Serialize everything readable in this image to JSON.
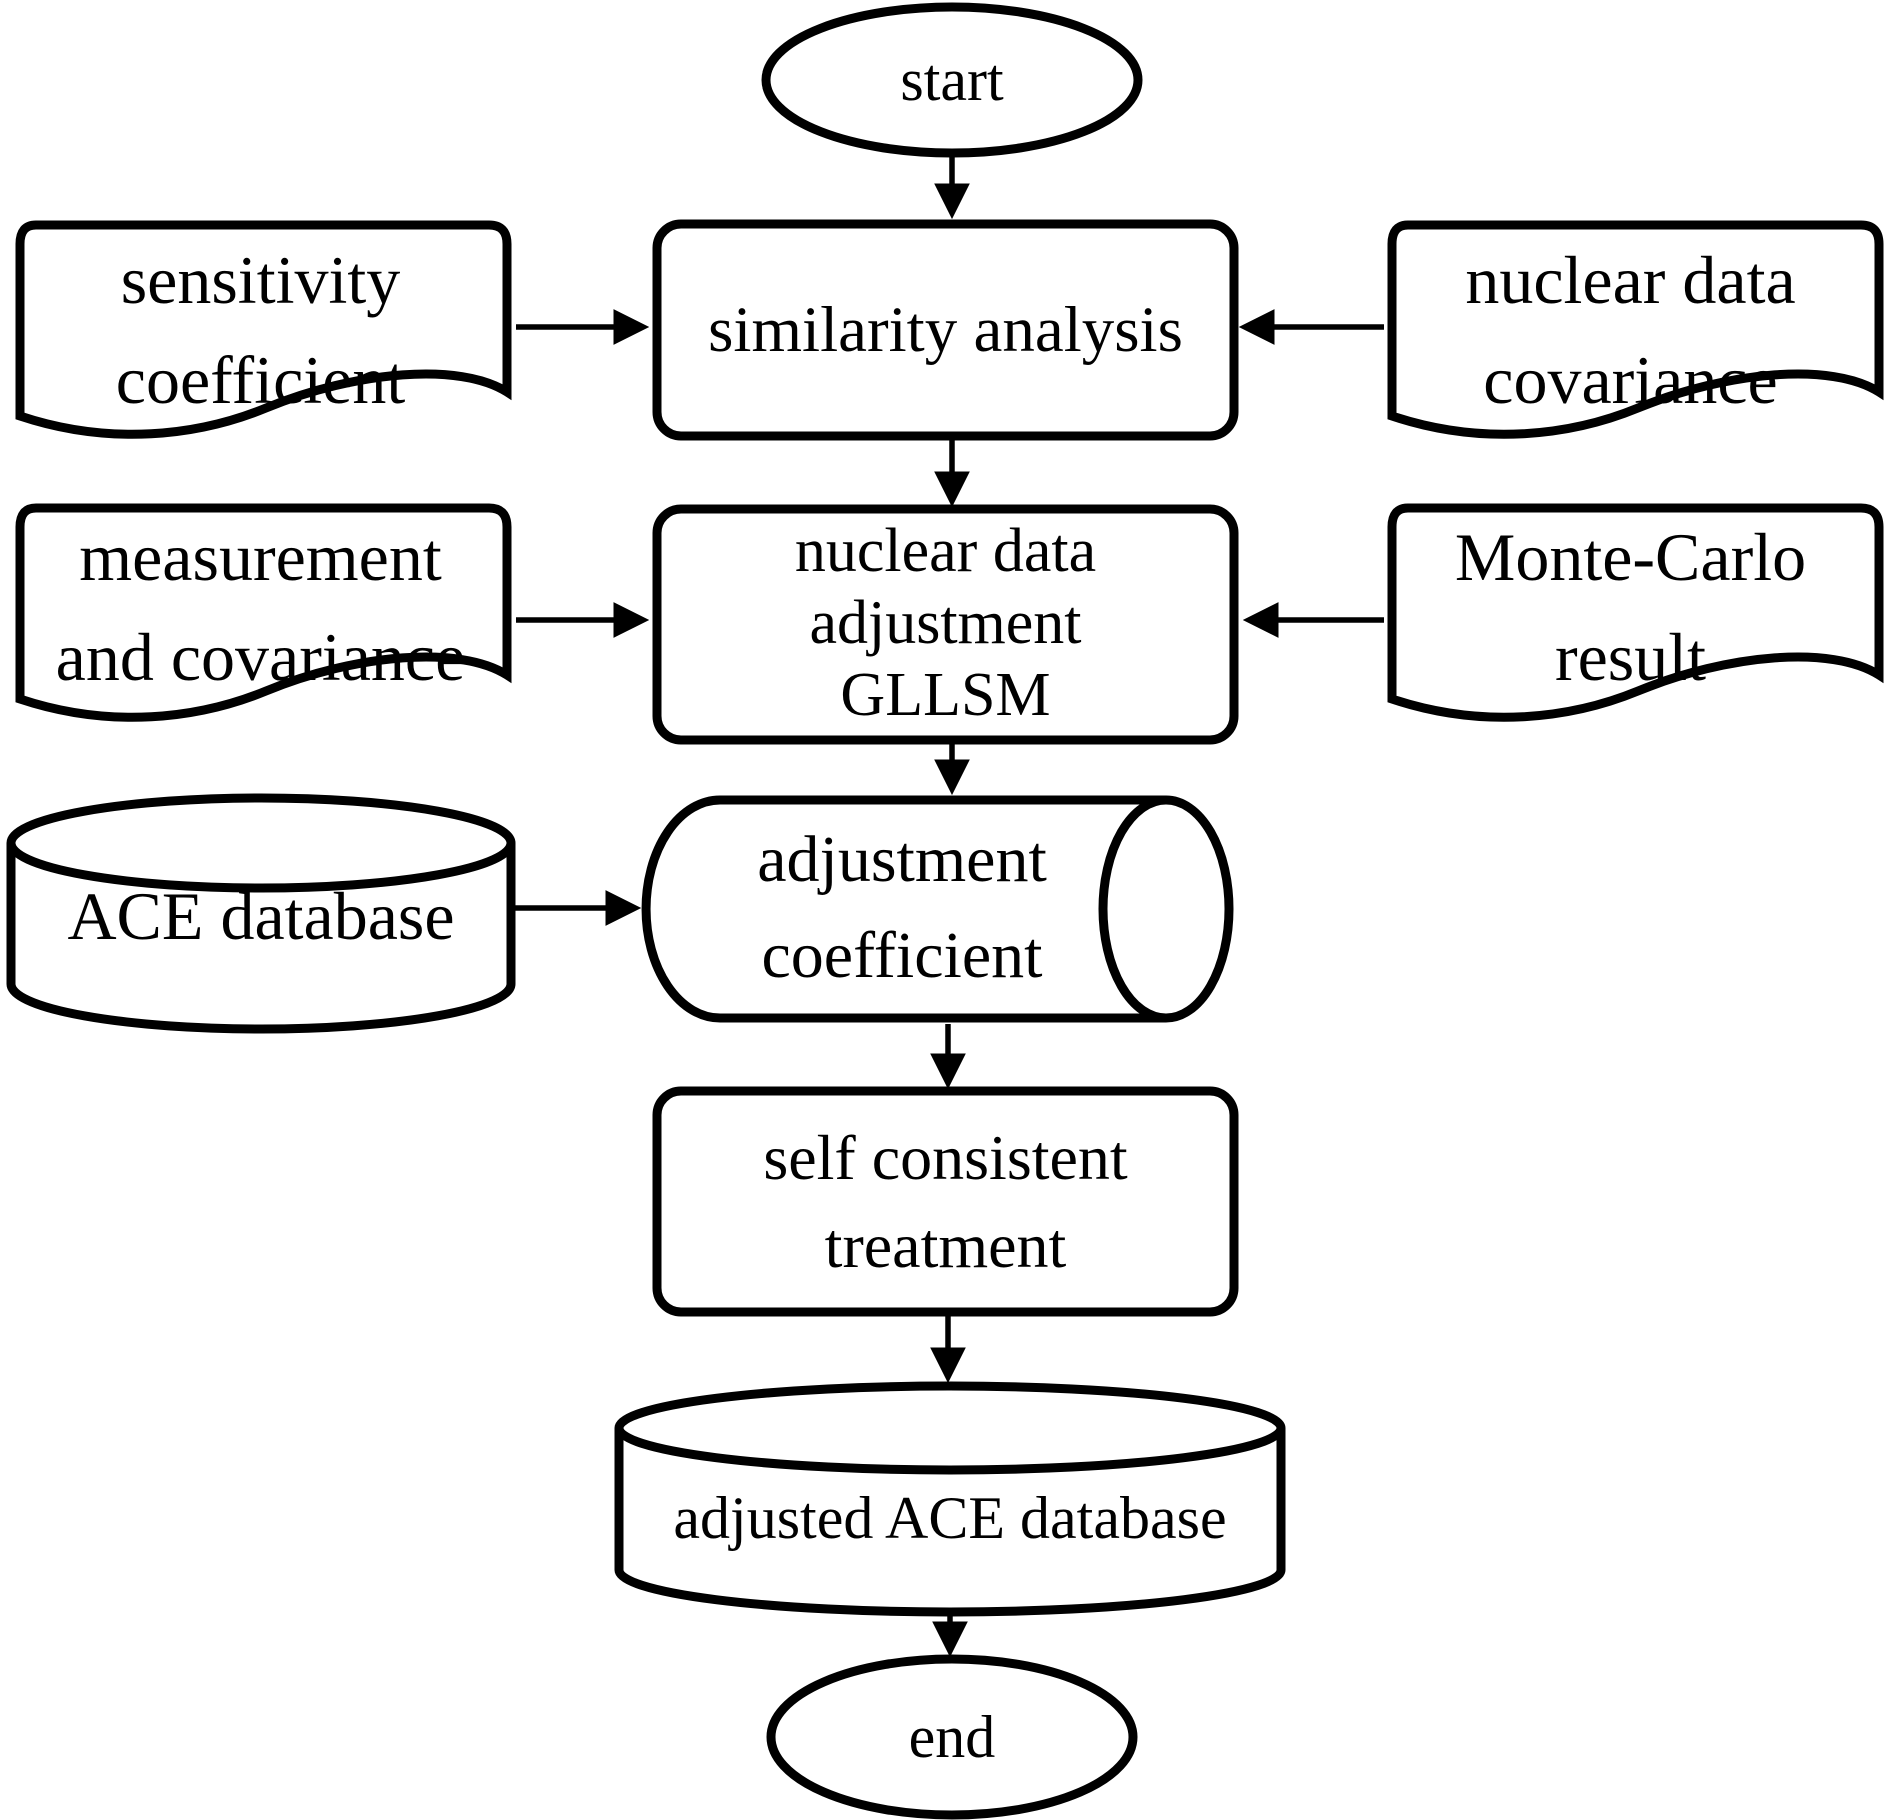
{
  "diagram": {
    "background_color": "#ffffff",
    "stroke_color": "#000000",
    "shape_fill_color": "#ffffff",
    "nodes": {
      "start": {
        "type": "terminator",
        "lines": [
          "start"
        ]
      },
      "sensitivity_coefficient": {
        "type": "document",
        "lines": [
          "sensitivity",
          "coefficient"
        ]
      },
      "similarity_analysis": {
        "type": "process",
        "lines": [
          "similarity analysis"
        ]
      },
      "nuclear_data_covariance": {
        "type": "document",
        "lines": [
          "nuclear data",
          "covariance"
        ]
      },
      "measurement_and_covariance": {
        "type": "document",
        "lines": [
          "measurement",
          "and covariance"
        ]
      },
      "nuclear_data_adjustment_gllsm": {
        "type": "process",
        "lines": [
          "nuclear data",
          "adjustment",
          "GLLSM"
        ]
      },
      "monte_carlo_result": {
        "type": "document",
        "lines": [
          "Monte-Carlo",
          "result"
        ]
      },
      "ace_database": {
        "type": "database",
        "lines": [
          "ACE database"
        ]
      },
      "adjustment_coefficient": {
        "type": "stored-data-drum",
        "lines": [
          "adjustment",
          "coefficient"
        ]
      },
      "self_consistent_treatment": {
        "type": "process",
        "lines": [
          "self consistent",
          "treatment"
        ]
      },
      "adjusted_ace_database": {
        "type": "database",
        "lines": [
          "adjusted ACE database"
        ]
      },
      "end": {
        "type": "terminator",
        "lines": [
          "end"
        ]
      }
    },
    "edges": [
      {
        "from": "start",
        "to": "similarity_analysis"
      },
      {
        "from": "sensitivity_coefficient",
        "to": "similarity_analysis"
      },
      {
        "from": "nuclear_data_covariance",
        "to": "similarity_analysis"
      },
      {
        "from": "similarity_analysis",
        "to": "nuclear_data_adjustment_gllsm"
      },
      {
        "from": "measurement_and_covariance",
        "to": "nuclear_data_adjustment_gllsm"
      },
      {
        "from": "monte_carlo_result",
        "to": "nuclear_data_adjustment_gllsm"
      },
      {
        "from": "nuclear_data_adjustment_gllsm",
        "to": "adjustment_coefficient"
      },
      {
        "from": "ace_database",
        "to": "adjustment_coefficient"
      },
      {
        "from": "adjustment_coefficient",
        "to": "self_consistent_treatment"
      },
      {
        "from": "self_consistent_treatment",
        "to": "adjusted_ace_database"
      },
      {
        "from": "adjusted_ace_database",
        "to": "end"
      }
    ]
  }
}
